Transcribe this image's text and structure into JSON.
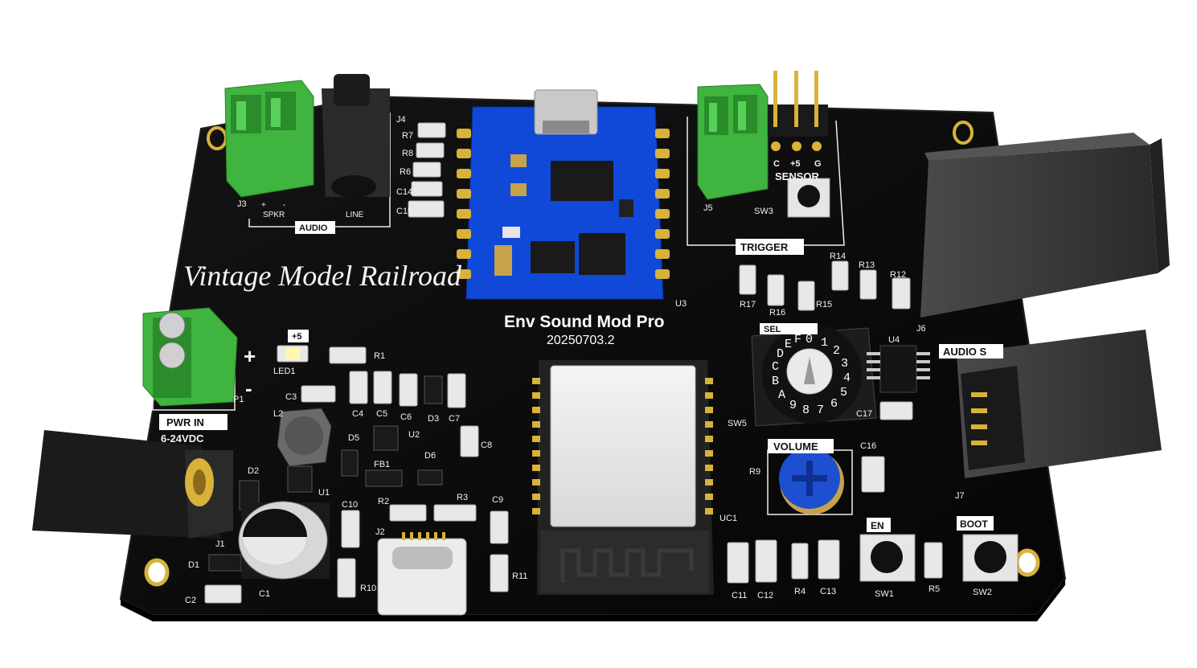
{
  "board": {
    "title": "Vintage Model Railroad",
    "product": "Env Sound Mod Pro",
    "version": "20250703.2"
  },
  "sections": {
    "audio": "AUDIO",
    "trigger": "TRIGGER",
    "sensor": "SENSOR",
    "power": "PWR IN",
    "power_voltage": "6-24VDC",
    "volume": "VOLUME",
    "audio_s": "AUDIO S",
    "en": "EN",
    "boot": "BOOT",
    "plus5": "+5",
    "sel": "SEL"
  },
  "markings": {
    "plus": "+",
    "minus": "-",
    "spkr": "SPKR",
    "line": "LINE",
    "spkr_plus": "+",
    "spkr_minus": "-",
    "sensor_c": "C",
    "sensor_5": "+5",
    "sensor_g": "G",
    "dial_chars": [
      "0",
      "1",
      "2",
      "3",
      "4",
      "5",
      "6",
      "7",
      "8",
      "9",
      "A",
      "B",
      "C",
      "D",
      "E",
      "F"
    ]
  },
  "refdes": [
    "J3",
    "J4",
    "R7",
    "R8",
    "R6",
    "C14",
    "C15",
    "U3",
    "J5",
    "SW3",
    "R14",
    "R13",
    "R12",
    "R17",
    "R16",
    "R15",
    "J6",
    "U4",
    "SW5",
    "C17",
    "C16",
    "R9",
    "J7",
    "UC1",
    "P1",
    "LED1",
    "R1",
    "C3",
    "C4",
    "C5",
    "C6",
    "D3",
    "C7",
    "L2",
    "D5",
    "U2",
    "C8",
    "D6",
    "FB1",
    "D2",
    "U1",
    "C10",
    "R2",
    "R3",
    "C9",
    "J2",
    "J1",
    "D1",
    "C1",
    "C2",
    "R10",
    "R11",
    "C11",
    "C12",
    "R4",
    "C13",
    "SW1",
    "R5",
    "SW2"
  ],
  "colors": {
    "pcb": "#0b0b0b",
    "module": "#1048d8",
    "terminal": "#3fb43f",
    "gold": "#d9b23a",
    "silk": "#f2f2f2"
  }
}
